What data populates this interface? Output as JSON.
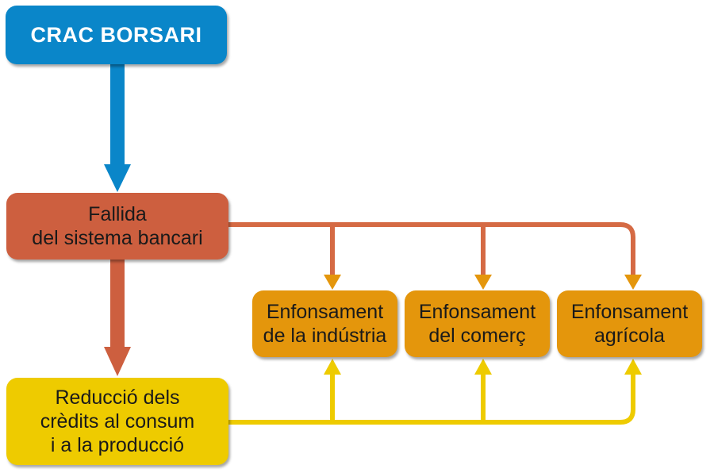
{
  "colors": {
    "blue": "#0a86c9",
    "red": "#cd5f3f",
    "yellow": "#eecb00",
    "orange": "#e4960c",
    "red_line": "#d56a44",
    "orange_line": "#e4960c",
    "yellow_line": "#eecb00"
  },
  "nodes": {
    "crac": {
      "lines": [
        "CRAC BORSARI"
      ]
    },
    "fallida": {
      "lines": [
        "Fallida",
        "del sistema bancari"
      ]
    },
    "reduccio": {
      "lines": [
        "Reducció dels",
        "crèdits al consum",
        "i a la producció"
      ]
    },
    "industria": {
      "lines": [
        "Enfonsament",
        "de la indústria"
      ]
    },
    "comerc": {
      "lines": [
        "Enfonsament",
        "del comerç"
      ]
    },
    "agricola": {
      "lines": [
        "Enfonsament",
        "agrícola"
      ]
    }
  },
  "edges": [
    {
      "from": "crac",
      "to": "fallida"
    },
    {
      "from": "fallida",
      "to": "reduccio"
    },
    {
      "from": "fallida",
      "to": "industria"
    },
    {
      "from": "fallida",
      "to": "comerc"
    },
    {
      "from": "fallida",
      "to": "agricola"
    },
    {
      "from": "reduccio",
      "to": "industria"
    },
    {
      "from": "reduccio",
      "to": "comerc"
    },
    {
      "from": "reduccio",
      "to": "agricola"
    }
  ]
}
